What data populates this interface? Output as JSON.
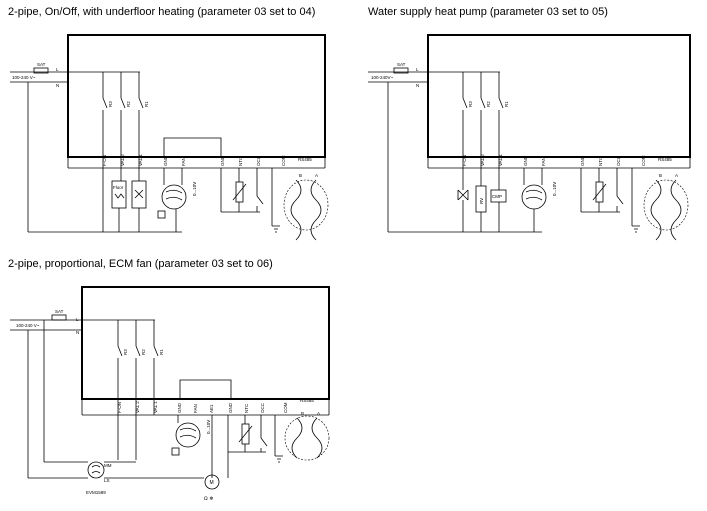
{
  "headings": {
    "underfloor": "2-pipe, On/Off, with underfloor heating (parameter 03 set to 04)",
    "heatpump": "Water supply heat pump (parameter 03 set to 05)",
    "ecm": "2-pipe, proportional, ECM fan (parameter 03 set to 06)"
  },
  "labels": {
    "sat": "SAT",
    "supply_1": "100-240 V~",
    "supply_2": "100-240V~",
    "supply_3": "100-240 V~",
    "L": "L",
    "N": "N",
    "R3": "R3",
    "R2": "R2",
    "R1": "R1",
    "F_ON": "F-ON",
    "VAL2": "VAL 2",
    "VAL1": "VAL 1",
    "GND": "GND",
    "FAN": "FAN",
    "NTC": "NTC",
    "OCC": "OCC",
    "COM": "COM",
    "AE1": "AE1",
    "RS485": "RS485",
    "B": "B",
    "A": "A",
    "volt": "0...10V",
    "floor": "Floor",
    "rv": "RV",
    "cmp": "CMP",
    "mm": "MM",
    "ls": "LS",
    "ecm_part": "EVM1589",
    "motor": "M"
  }
}
